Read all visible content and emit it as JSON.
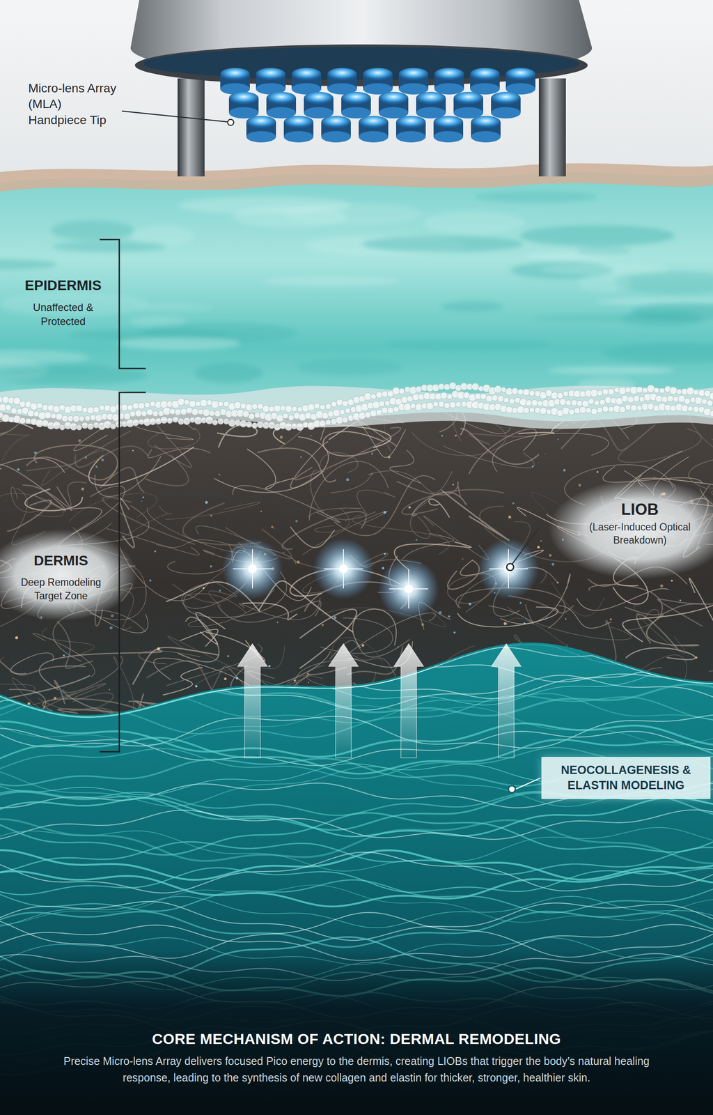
{
  "diagram": {
    "title": "CORE MECHANISM OF ACTION: DERMAL REMODELING",
    "caption": "Precise Micro-lens Array delivers focused Pico energy to the dermis, creating LIOBs that trigger the body’s natural healing response, leading to the synthesis of new collagen and elastin for thicker, stronger, healthier skin.",
    "nodes": [
      {
        "text": [
          "NEOCOLLAGENESIS & ELASTIN MODELING"
        ]
      }
    ],
    "labels": [
      "Micro-lens Array (MLA) Handpiece Tip",
      "EPIDERMIS",
      "Unaffected & Protected",
      "DERMIS",
      "Deep Remodeling Target Zone",
      "LIOB",
      "(Laser-Induced Optical Breakdown)"
    ]
  }
}
